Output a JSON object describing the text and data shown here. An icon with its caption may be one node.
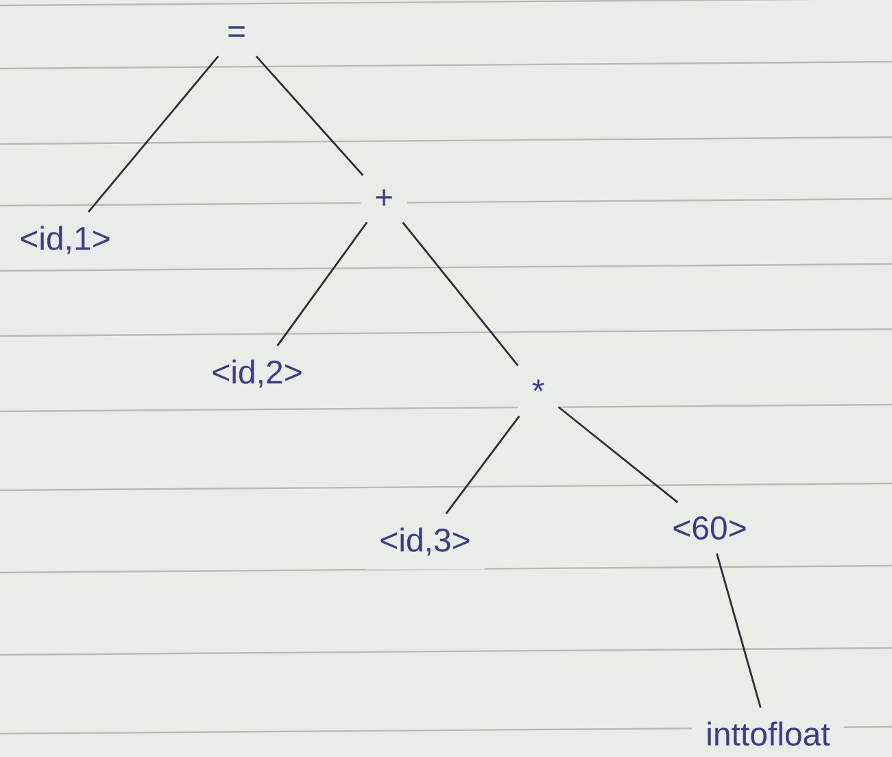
{
  "diagram": {
    "nodes": [
      {
        "text": [
          "="
        ]
      },
      {
        "text": [
          "<id,1>"
        ]
      },
      {
        "text": [
          "+"
        ]
      },
      {
        "text": [
          "<id,2>"
        ]
      },
      {
        "text": [
          "*"
        ]
      },
      {
        "text": [
          "<id,3>"
        ]
      },
      {
        "text": [
          "<60>"
        ]
      },
      {
        "text": [
          "inttofloat"
        ]
      }
    ],
    "edges": [
      {
        "from": 0,
        "to": 1,
        "arrow": "none"
      },
      {
        "from": 0,
        "to": 2,
        "arrow": "none"
      },
      {
        "from": 2,
        "to": 3,
        "arrow": "none"
      },
      {
        "from": 2,
        "to": 4,
        "arrow": "none"
      },
      {
        "from": 4,
        "to": 5,
        "arrow": "none"
      },
      {
        "from": 4,
        "to": 6,
        "arrow": "none"
      },
      {
        "from": 6,
        "to": 7,
        "arrow": "none"
      }
    ]
  }
}
